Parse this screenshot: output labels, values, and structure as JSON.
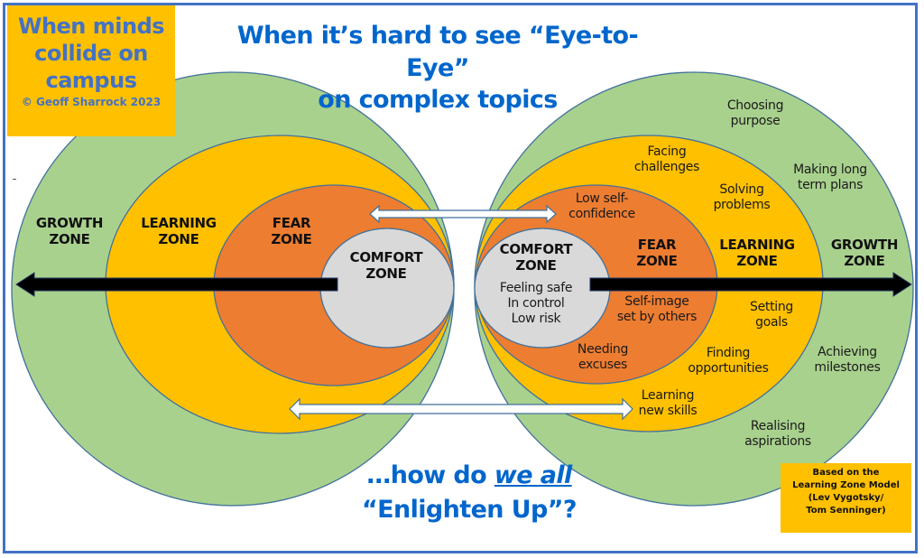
{
  "title_box": {
    "lines": [
      "When minds",
      "collide on",
      "campus"
    ],
    "copyright": "© Geoff Sharrock 2023"
  },
  "headline": {
    "line1": "When it’s hard to see “Eye-to-Eye”",
    "line2": "on complex topics"
  },
  "footline": {
    "prefix": "…how do ",
    "emphasis": "we all",
    "line2": "“Enlighten Up”?"
  },
  "credit_box": {
    "lines": [
      "Based on the",
      "Learning Zone Model",
      "(Lev Vygotsky/",
      "Tom Senninger)"
    ]
  },
  "colors": {
    "growth": "#A9D18E",
    "learning": "#FFC000",
    "fear": "#ED7D31",
    "comfort": "#D9D9D9",
    "outline": "#41719C",
    "title_blue": "#0066CC",
    "frame_blue": "#4472C4"
  },
  "left_model": {
    "growth": [
      "GROWTH",
      "ZONE"
    ],
    "learning": [
      "LEARNING",
      "ZONE"
    ],
    "fear": [
      "FEAR",
      "ZONE"
    ],
    "comfort": [
      "COMFORT",
      "ZONE"
    ]
  },
  "right_model": {
    "growth": [
      "GROWTH",
      "ZONE"
    ],
    "learning": [
      "LEARNING",
      "ZONE"
    ],
    "fear": [
      "FEAR",
      "ZONE"
    ],
    "comfort": [
      "COMFORT",
      "ZONE"
    ],
    "comfort_items": [
      "Feeling safe",
      "In control",
      "Low risk"
    ],
    "fear_items": [
      [
        "Low self-",
        "confidence"
      ],
      [
        "Self-image",
        "set by others"
      ],
      [
        "Needing",
        "excuses"
      ]
    ],
    "learning_items": [
      [
        "Facing",
        "challenges"
      ],
      [
        "Solving",
        "problems"
      ],
      [
        "Setting",
        "goals"
      ],
      [
        "Finding",
        "opportunities"
      ],
      [
        "Learning",
        "new skills"
      ]
    ],
    "growth_items": [
      [
        "Choosing",
        "purpose"
      ],
      [
        "Making long",
        "term plans"
      ],
      [
        "Achieving",
        "milestones"
      ],
      [
        "Realising",
        "aspirations"
      ]
    ]
  },
  "icons": {
    "left_arrow": "growth-direction-left-arrow",
    "right_arrow": "growth-direction-right-arrow",
    "top_double_arrow": "double-headed-arrow",
    "bottom_double_arrow": "double-headed-arrow"
  }
}
